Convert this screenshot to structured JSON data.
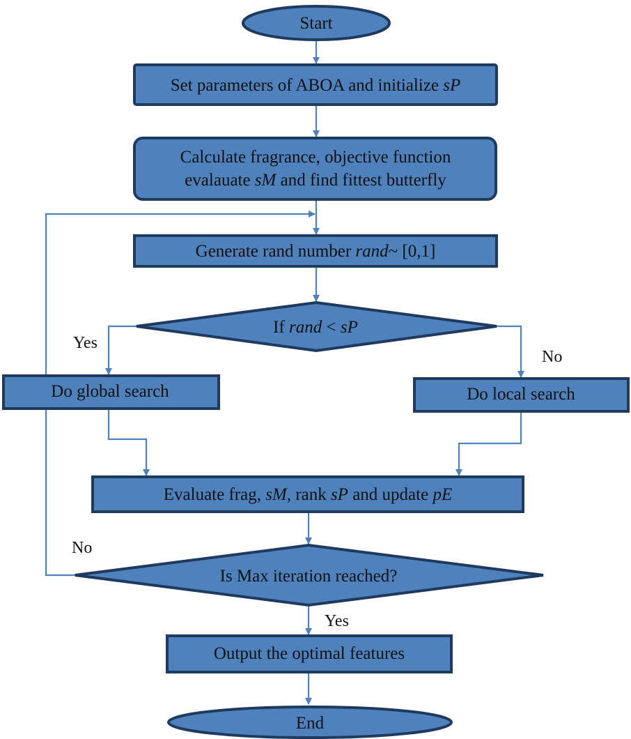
{
  "nodes": {
    "start": "Start",
    "set_params": {
      "pre": "Set parameters of ABOA and initialize ",
      "var": "sP"
    },
    "calc_line1": "Calculate fragrance, objective function",
    "calc_line2": {
      "pre": "evalauate ",
      "var": "sM",
      "post": " and find fittest butterfly"
    },
    "generate": {
      "pre": "Generate rand number ",
      "var": "rand",
      "post": "~ [0,1]"
    },
    "decision1": {
      "pre": "If ",
      "var1": "rand",
      "op": " < ",
      "var2": "sP"
    },
    "global": "Do global search",
    "local": "Do local search",
    "evaluate": {
      "pre": "Evaluate frag, ",
      "var1": "sM",
      "mid1": ", rank ",
      "var2": "sP",
      "mid2": " and update ",
      "var3": "pE"
    },
    "decision2": "Is Max iteration reached?",
    "output": "Output the optimal features",
    "end": "End"
  },
  "edge_labels": {
    "yes1": "Yes",
    "no1": "No",
    "no2": "No",
    "yes2": "Yes"
  },
  "colors": {
    "fill": "#4f81bd",
    "stroke": "#1f3a5f",
    "connector": "#4f81bd"
  }
}
